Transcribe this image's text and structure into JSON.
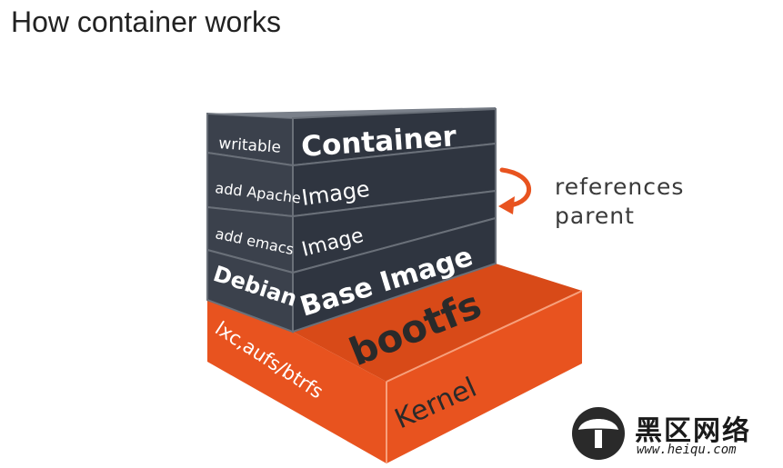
{
  "title": "How container works",
  "colors": {
    "layer_dark": "#353b46",
    "layer_dark_edge": "#646b75",
    "kernel_orange": "#e8531f",
    "kernel_orange_dark": "#c94414",
    "arrow_orange": "#e8531f",
    "text_light": "#ffffff"
  },
  "layers": [
    {
      "side_label": "writable",
      "front_label": "Container"
    },
    {
      "side_label": "add Apache",
      "front_label": "Image"
    },
    {
      "side_label": "add emacs",
      "front_label": "Image"
    },
    {
      "side_label": "Debian",
      "front_label": "Base Image"
    }
  ],
  "base": {
    "side_label": "lxc,aufs/btrfs",
    "top_label": "bootfs",
    "front_label": "Kernel"
  },
  "annotation": {
    "line1": "references",
    "line2": "parent",
    "arrow_icon": "curved-arrow-icon"
  },
  "watermark": {
    "chinese_name": "黑区网络",
    "url": "www.heiqu.com"
  }
}
